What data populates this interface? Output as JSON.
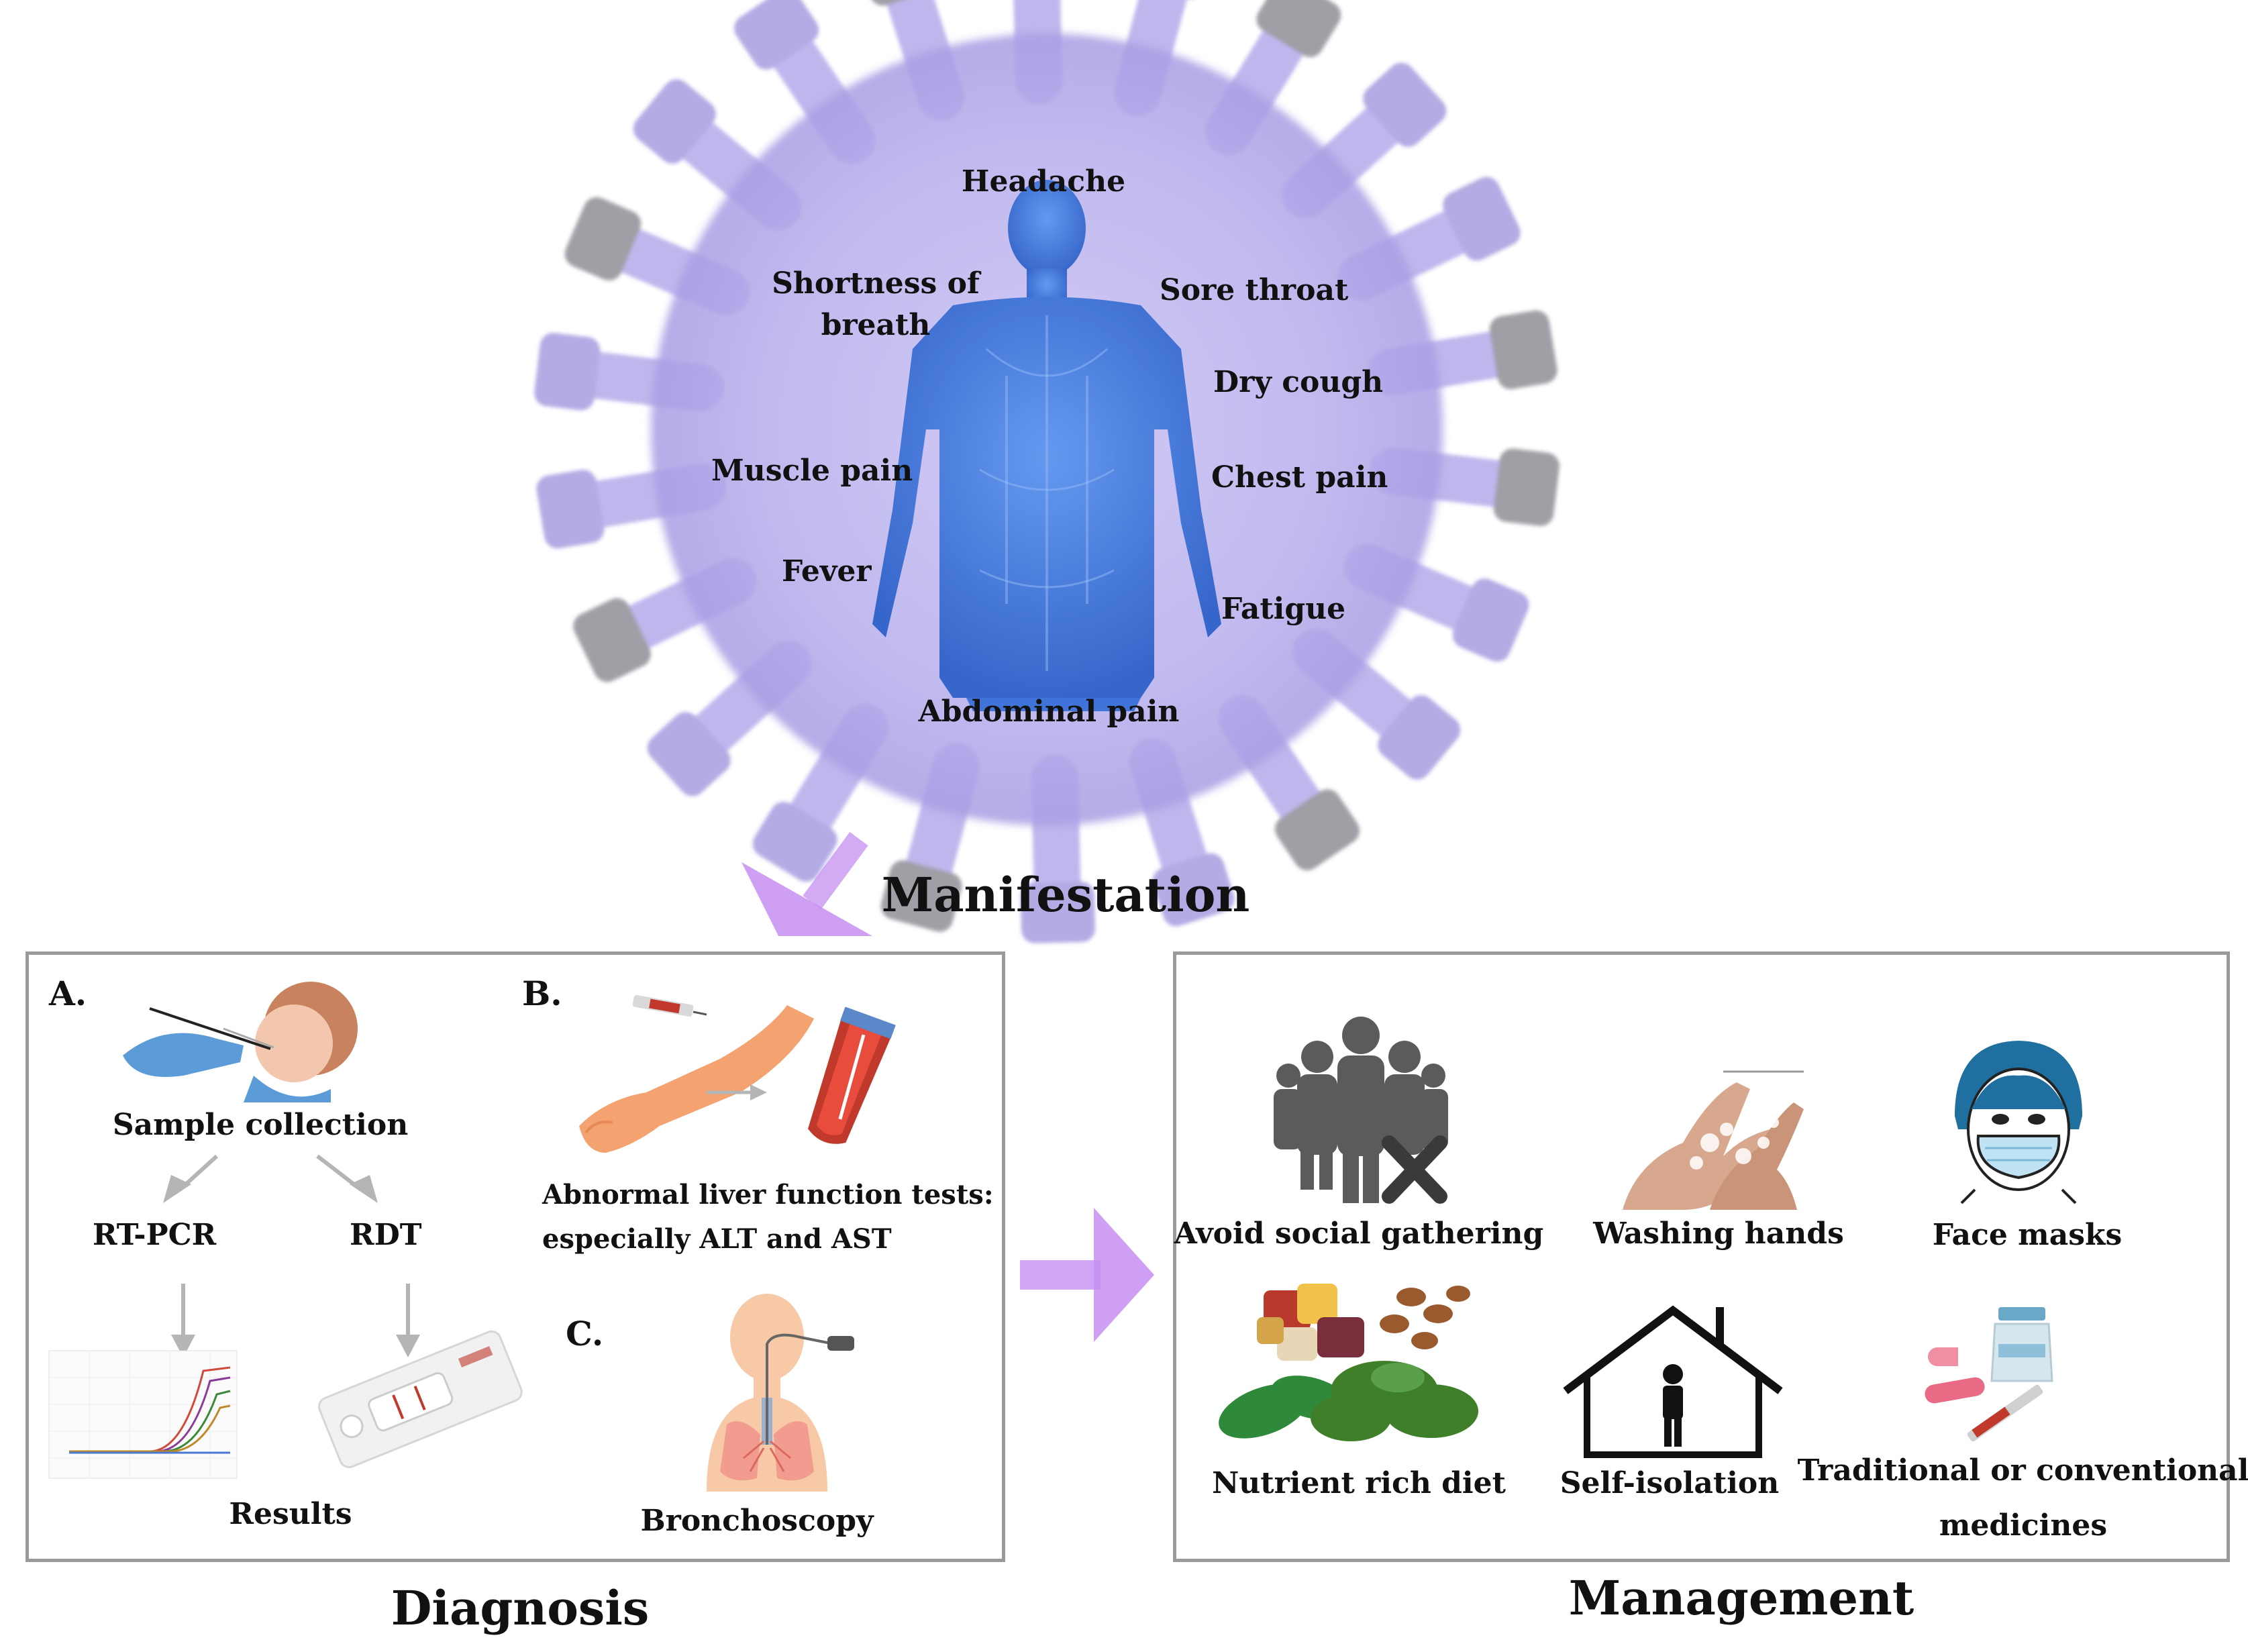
{
  "manifestation": {
    "title": "Manifestation",
    "symptoms": {
      "headache": "Headache",
      "shortness": "Shortness of\nbreath",
      "sore_throat": "Sore throat",
      "dry_cough": "Dry cough",
      "muscle_pain": "Muscle pain",
      "chest_pain": "Chest pain",
      "fever": "Fever",
      "fatigue": "Fatigue",
      "abdominal_pain": "Abdominal pain"
    }
  },
  "diagnosis": {
    "title": "Diagnosis",
    "a": {
      "marker": "A.",
      "sample_collection": "Sample collection",
      "rt_pcr": "RT-PCR",
      "rdt": "RDT",
      "results": "Results"
    },
    "b": {
      "marker": "B.",
      "text": "Abnormal liver function tests:\nespecially ALT and AST"
    },
    "c": {
      "marker": "C.",
      "text": "Bronchoscopy"
    }
  },
  "management": {
    "title": "Management",
    "items": [
      {
        "label": "Avoid social gathering",
        "icon": "crowd-cross-icon"
      },
      {
        "label": "Washing hands",
        "icon": "hands-washing-icon"
      },
      {
        "label": "Face masks",
        "icon": "face-mask-icon"
      },
      {
        "label": "Nutrient rich diet",
        "icon": "food-icon"
      },
      {
        "label": "Self-isolation",
        "icon": "house-person-icon"
      },
      {
        "label": "Traditional or conventional\nmedicines",
        "icon": "medicine-icon"
      }
    ]
  },
  "colors": {
    "virus": "#b9b1ee",
    "body": "#3b79e0",
    "arrow": "#c58ef0",
    "panel_border": "#9a9a9a"
  }
}
